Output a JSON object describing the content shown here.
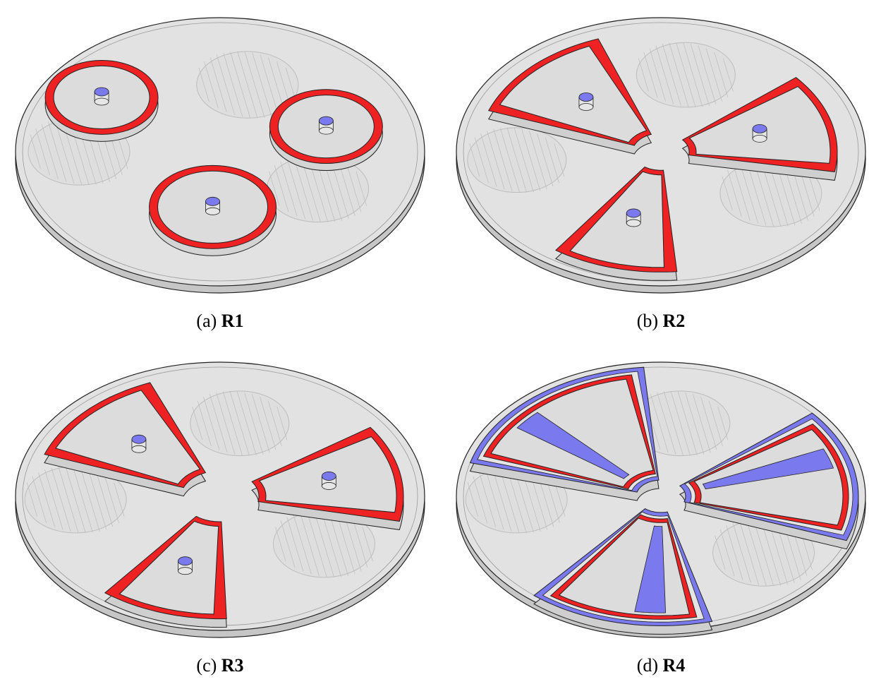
{
  "colors": {
    "plate_top": "#e2e2e2",
    "plate_side": "#c6c6c6",
    "outline": "#222222",
    "red": "#ee2222",
    "blue": "#7a7aee",
    "hatch": "#bdbdbd"
  },
  "panels": [
    {
      "letter": "(a)",
      "name": "R1"
    },
    {
      "letter": "(b)",
      "name": "R2"
    },
    {
      "letter": "(c)",
      "name": "R3"
    },
    {
      "letter": "(d)",
      "name": "R4"
    }
  ]
}
